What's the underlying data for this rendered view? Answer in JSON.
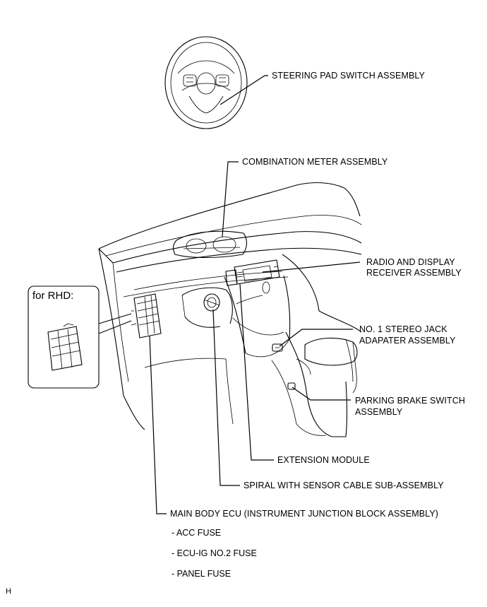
{
  "labels": {
    "steering_pad": "STEERING PAD SWITCH ASSEMBLY",
    "combination_meter": "COMBINATION METER ASSEMBLY",
    "radio_line1": "RADIO AND DISPLAY",
    "radio_line2": "RECEIVER ASSEMBLY",
    "stereo_line1": "NO. 1 STEREO JACK",
    "stereo_line2": "ADAPATER ASSEMBLY",
    "parking_line1": "PARKING BRAKE SWITCH",
    "parking_line2": "ASSEMBLY",
    "extension_module": "EXTENSION MODULE",
    "spiral": "SPIRAL WITH SENSOR CABLE SUB-ASSEMBLY",
    "main_body_ecu": "MAIN BODY ECU (INSTRUMENT JUNCTION BLOCK ASSEMBLY)"
  },
  "fuses": [
    "- ACC FUSE",
    "- ECU-IG NO.2 FUSE",
    "- PANEL FUSE"
  ],
  "rhd_inset": {
    "title": "for RHD:"
  },
  "corner_mark": "H"
}
